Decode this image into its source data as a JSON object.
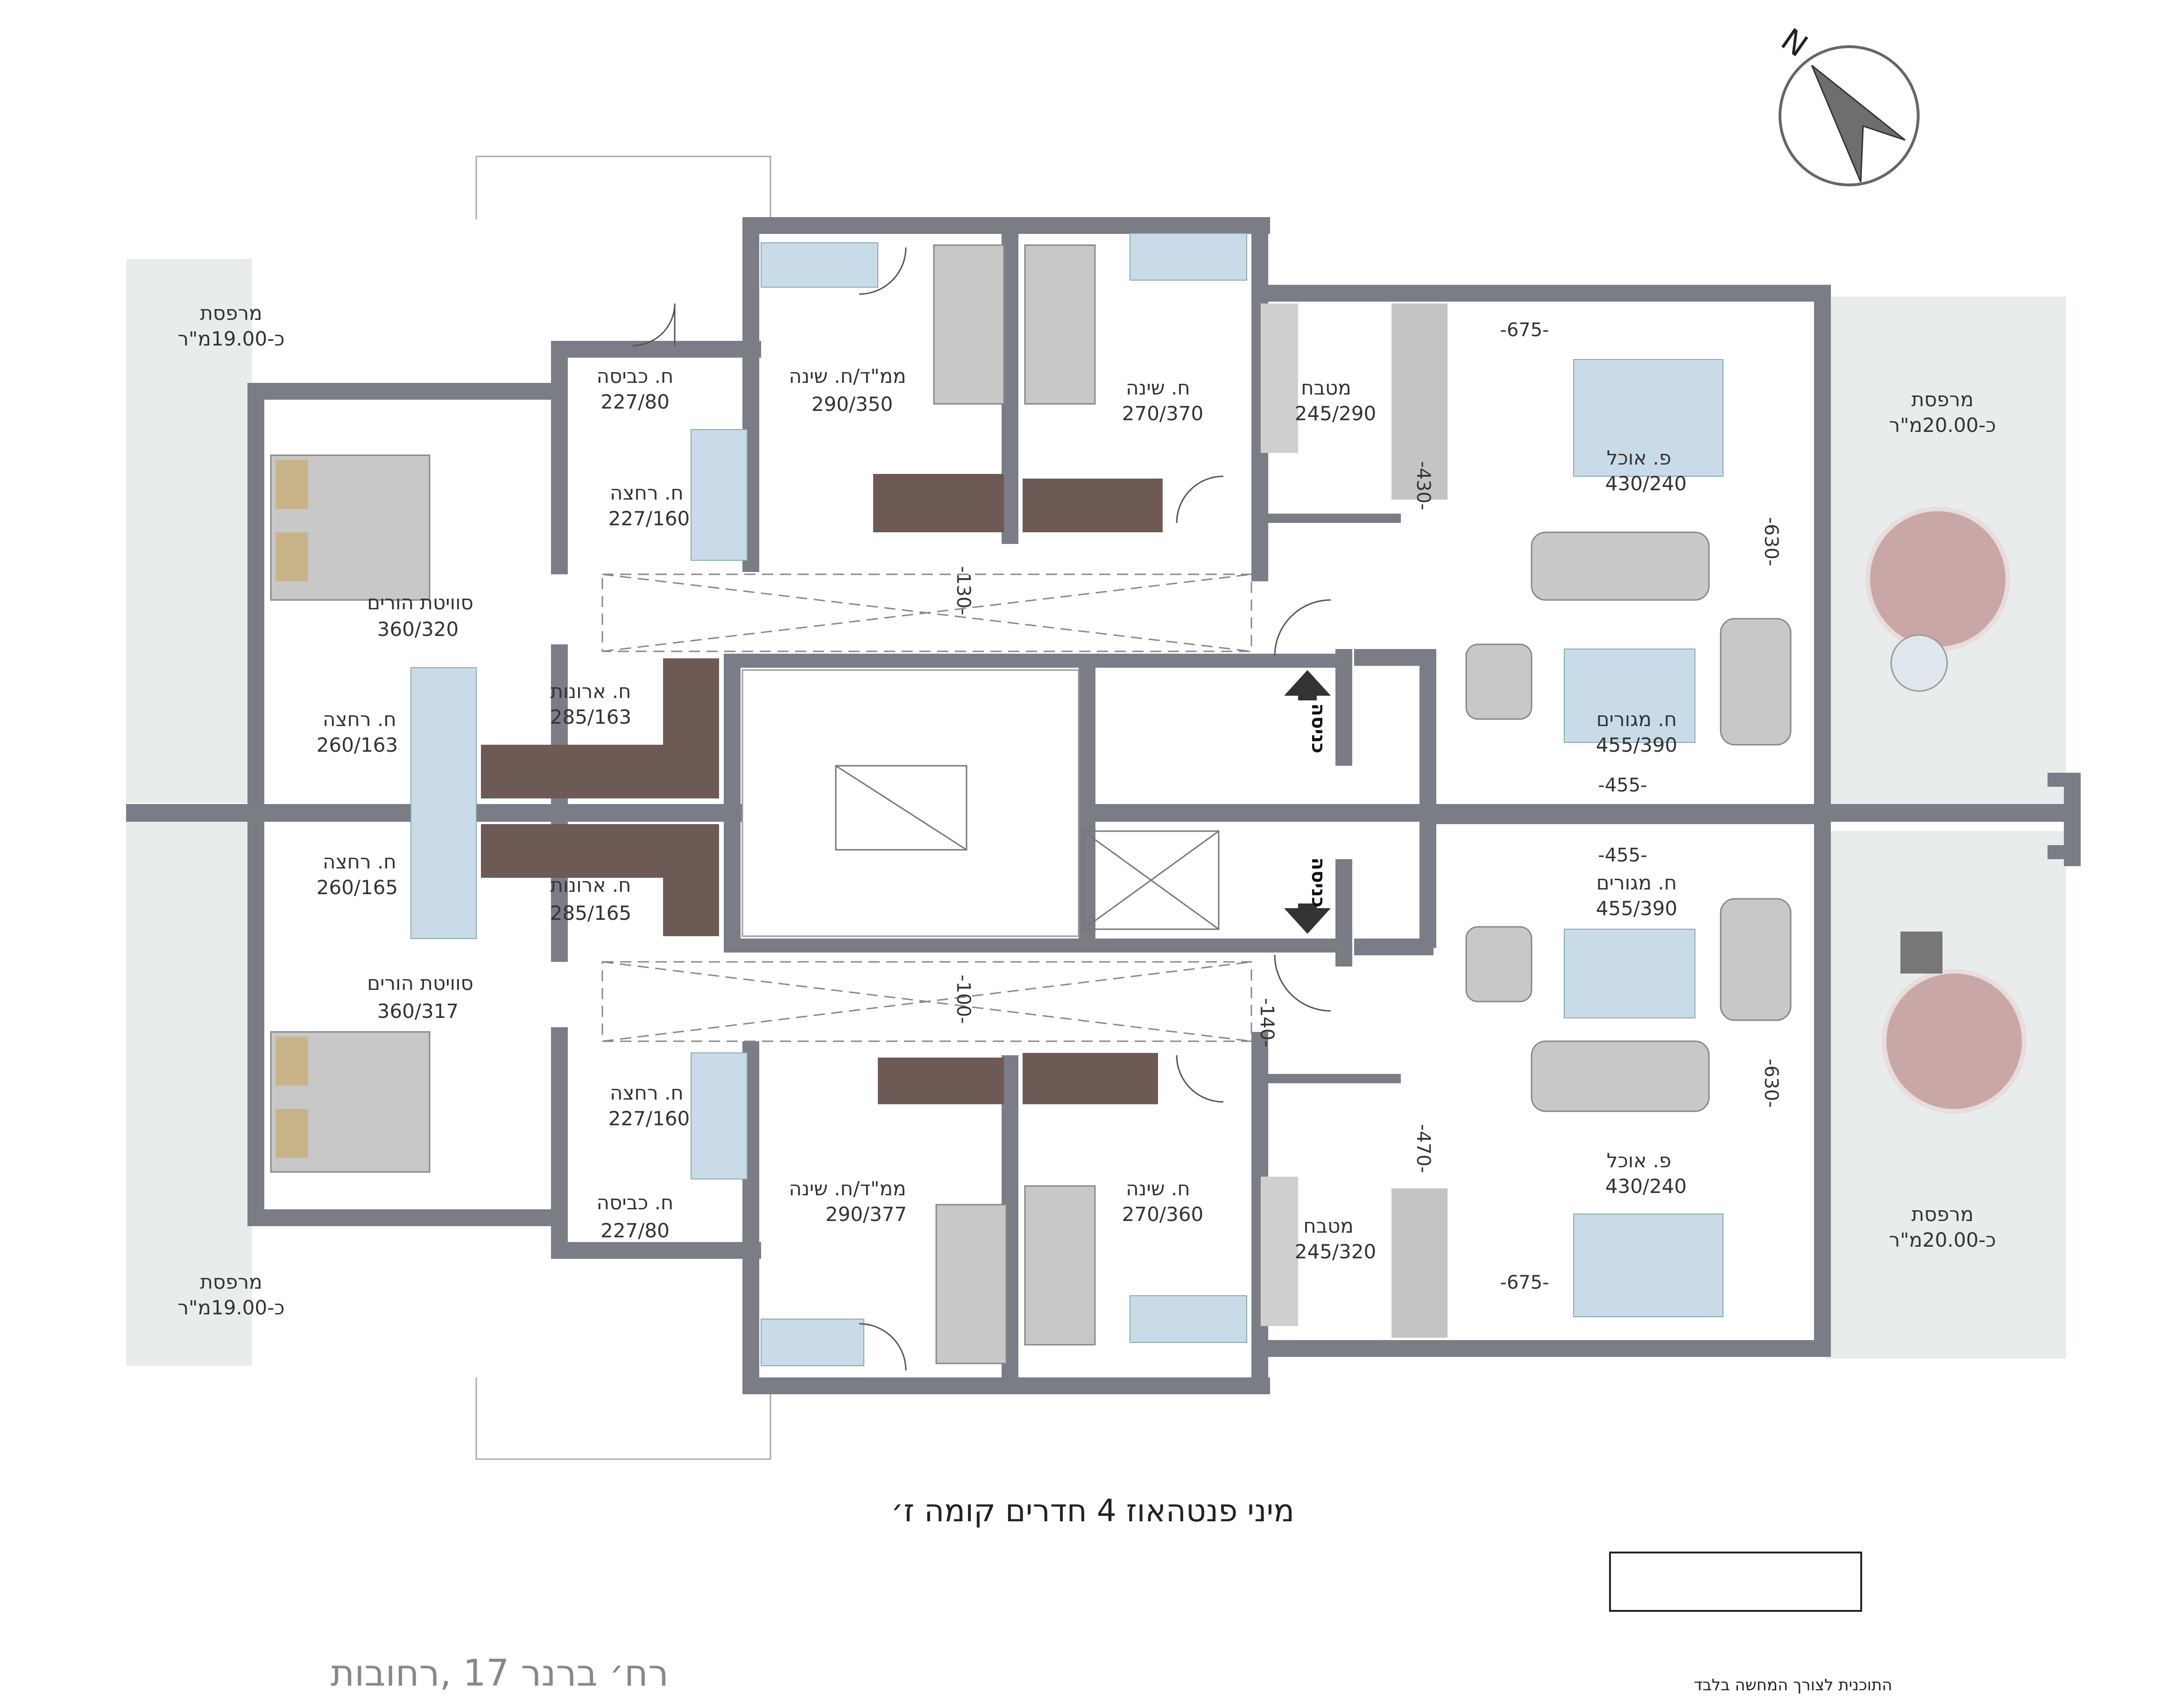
{
  "north_label": "N",
  "title": "מיני פנטהאוז 4 חדרים קומה ז׳",
  "address": "רח׳ ברנר 17 ,רחובות",
  "disclaimer": "התוכנית לצורך המחשה בלבד",
  "entrance_label": "כניסה",
  "upper_unit": {
    "terrace_left": {
      "name": "מרפסת",
      "area": "כ-19.00מ\"ר"
    },
    "terrace_right": {
      "name": "מרפסת",
      "area": "כ-20.00מ\"ר"
    },
    "laundry": {
      "name": "ח. כביסה",
      "size": "227/80"
    },
    "bath": {
      "name": "ח. רחצה",
      "size": "227/160"
    },
    "safe_room": {
      "name": "ממ\"ד/ח. שינה",
      "size": "290/350"
    },
    "bedroom": {
      "name": "ח. שינה",
      "size": "270/370"
    },
    "kitchen": {
      "name": "מטבח",
      "size": "245/290"
    },
    "dining": {
      "name": "פ. אוכל",
      "size": "430/240"
    },
    "master_suite": {
      "name": "סוויטת הורים",
      "size": "360/320"
    },
    "closet": {
      "name": "ח. ארונות",
      "size": "285/163"
    },
    "master_bath": {
      "name": "ח. רחצה",
      "size": "260/163"
    },
    "living": {
      "name": "ח. מגורים",
      "size": "455/390"
    },
    "dims": {
      "d675": "-675-",
      "d430": "-430-",
      "d630": "-630-",
      "d130": "-130-",
      "d455": "-455-"
    }
  },
  "lower_unit": {
    "terrace_left": {
      "name": "מרפסת",
      "area": "כ-19.00מ\"ר"
    },
    "terrace_right": {
      "name": "מרפסת",
      "area": "כ-20.00מ\"ר"
    },
    "laundry": {
      "name": "ח. כביסה",
      "size": "227/80"
    },
    "bath": {
      "name": "ח. רחצה",
      "size": "227/160"
    },
    "safe_room": {
      "name": "ממ\"ד/ח. שינה",
      "size": "290/377"
    },
    "bedroom": {
      "name": "ח. שינה",
      "size": "270/360"
    },
    "kitchen": {
      "name": "מטבח",
      "size": "245/320"
    },
    "dining": {
      "name": "פ. אוכל",
      "size": "430/240"
    },
    "master_suite": {
      "name": "סוויטת הורים",
      "size": "360/317"
    },
    "closet": {
      "name": "ח. ארונות",
      "size": "285/165"
    },
    "master_bath": {
      "name": "ח. רחצה",
      "size": "260/165"
    },
    "living": {
      "name": "ח. מגורים",
      "size": "455/390"
    },
    "dims": {
      "d675": "-675-",
      "d470": "-470-",
      "d630": "-630-",
      "d100": "-100-",
      "d140": "-140-",
      "d455": "-455-"
    }
  }
}
